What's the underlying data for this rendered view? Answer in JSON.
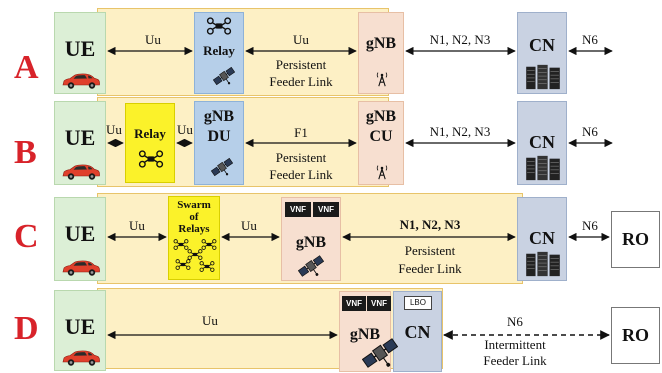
{
  "rows": {
    "A": {
      "letter": "A",
      "ue": "UE",
      "relay": "Relay",
      "gnb": "gNB",
      "cn": "CN",
      "uu_left": "Uu",
      "uu_right": "Uu",
      "feeder_line1": "Persistent",
      "feeder_line2": "Feeder Link",
      "interfaces": "N1, N2, N3",
      "n6": "N6"
    },
    "B": {
      "letter": "B",
      "ue": "UE",
      "uu_left": "Uu",
      "relay": "Relay",
      "uu_right": "Uu",
      "du_line1": "gNB",
      "du_line2": "DU",
      "f1": "F1",
      "feeder_line1": "Persistent",
      "feeder_line2": "Feeder Link",
      "cu_line1": "gNB",
      "cu_line2": "CU",
      "interfaces": "N1, N2, N3",
      "cn": "CN",
      "n6": "N6"
    },
    "C": {
      "letter": "C",
      "ue": "UE",
      "uu_left": "Uu",
      "swarm_line1": "Swarm",
      "swarm_line2": "of",
      "swarm_line3": "Relays",
      "uu_right": "Uu",
      "vnf1": "VNF",
      "vnf2": "VNF",
      "gnb": "gNB",
      "interfaces": "N1, N2, N3",
      "feeder_line1": "Persistent",
      "feeder_line2": "Feeder Link",
      "cn": "CN",
      "n6": "N6",
      "ro": "RO"
    },
    "D": {
      "letter": "D",
      "ue": "UE",
      "uu": "Uu",
      "vnf1": "VNF",
      "vnf2": "VNF",
      "gnb": "gNB",
      "lbo": "LBO",
      "cn": "CN",
      "n6": "N6",
      "intermittent_line1": "Intermittent",
      "intermittent_line2": "Feeder Link",
      "ro": "RO"
    }
  },
  "colors": {
    "letter": "#d8232a",
    "panel": "#fdf0c5",
    "ue": "#dcefd6",
    "relay_blue": "#b6cfe9",
    "relay_yellow": "#fbf22a",
    "gnb": "#f7dfd0",
    "cn": "#c9d2e2"
  }
}
